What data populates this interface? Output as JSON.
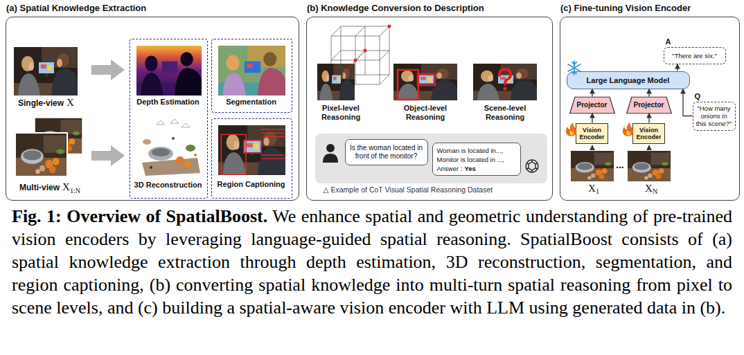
{
  "diagram": {
    "caption": "Fig. 1: Overview of SpatialBoost. We enhance spatial and geometric understanding of pre-trained vision encoders by leveraging language-guided spatial reasoning. SpatialBoost consists of (a) spatial knowledge extraction through depth estimation, 3D reconstruction, segmentation, and region captioning, (b) converting spatial knowledge into multi-turn spatial reasoning from pixel to scene levels, and (c) building a spatial-aware vision encoder with LLM using generated data in (b).",
    "nodes": [
      {
        "text": [
          "(a) Spatial Knowledge Extraction"
        ]
      },
      {
        "text": [
          "Depth Estimation",
          "3D Reconstruction"
        ],
        "in": 0
      },
      {
        "text": [
          "Segmentation"
        ],
        "in": 0
      },
      {
        "text": [
          "Region Captioning"
        ],
        "in": 0
      },
      {
        "text": [
          "(b) Knowledge Conversion to Description"
        ]
      },
      {
        "text": [
          "△ Example of CoT Visual Spatial Reasoning Dataset"
        ],
        "in": 4
      },
      {
        "text": [
          "Is the woman located in front of the monitor?"
        ],
        "in": 5
      },
      {
        "text": [
          "Woman is located in...,",
          "Monitor is located in ...,",
          "Answer :",
          "Yes"
        ],
        "in": 5
      },
      {
        "text": [
          "(c) Fine-tuning Vision Encoder"
        ]
      },
      {
        "text": [
          "A",
          "\"There are six.\""
        ],
        "in": 8
      },
      {
        "text": [
          "Large Language Model"
        ],
        "in": 8
      },
      {
        "text": [
          "Projector"
        ],
        "in": 8
      },
      {
        "text": [
          "Projector"
        ],
        "in": 8
      },
      {
        "text": [
          "Q",
          "\"How many onions in this scene?\""
        ],
        "in": 8
      },
      {
        "text": [
          "Vision Encoder"
        ],
        "in": 8
      },
      {
        "text": [
          "Vision Encoder"
        ],
        "in": 8
      }
    ],
    "edges": [
      {
        "from": 14,
        "to": 11,
        "arrow": "to"
      },
      {
        "from": 15,
        "to": 12,
        "arrow": "to"
      },
      {
        "from": 11,
        "to": 10,
        "arrow": "to"
      },
      {
        "from": 12,
        "to": 10,
        "arrow": "to"
      },
      {
        "from": 13,
        "to": 10,
        "arrow": "to"
      },
      {
        "from": 10,
        "to": 9,
        "arrow": "to"
      }
    ],
    "labels": [
      "Single-view",
      "X",
      "Multi-view",
      "X",
      "1:N",
      "Pixel-level Reasoning",
      "Object-level Reasoning",
      "Scene-level Reasoning",
      "...",
      "X",
      "1",
      "X",
      "N"
    ]
  }
}
